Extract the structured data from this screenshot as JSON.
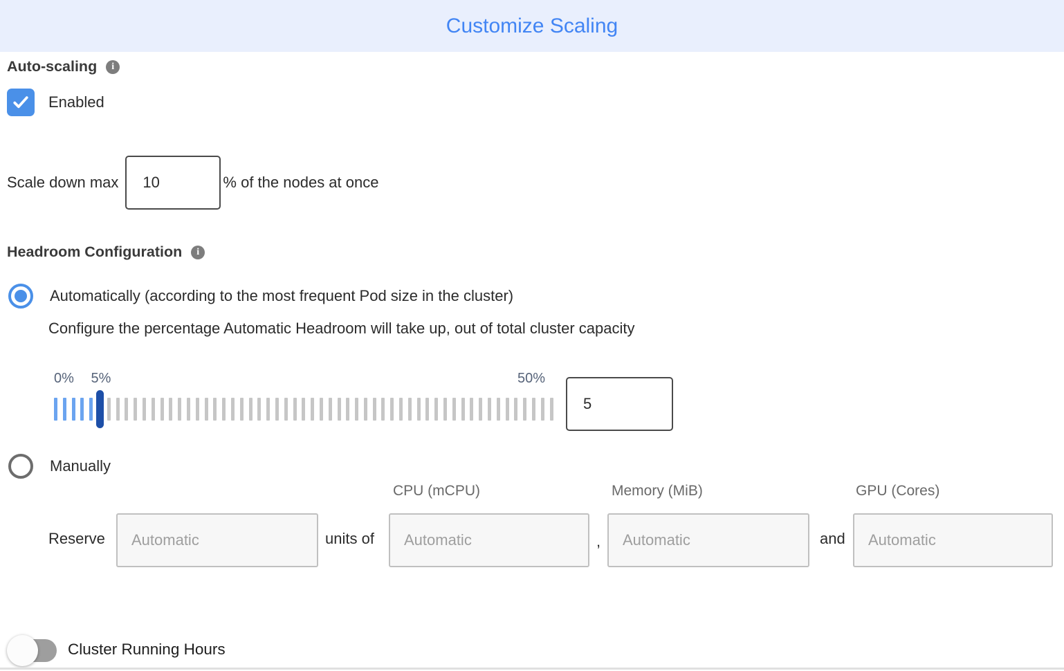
{
  "header": {
    "title": "Customize Scaling"
  },
  "auto_scaling": {
    "label": "Auto-scaling",
    "enabled_label": "Enabled",
    "checked": true
  },
  "scale_down": {
    "prefix": "Scale down max",
    "value": "10",
    "suffix": "% of the nodes at once"
  },
  "headroom": {
    "label": "Headroom Configuration",
    "auto_option": "Automatically (according to the most frequent Pod size in the cluster)",
    "auto_description": "Configure the percentage Automatic Headroom will take up, out of total cluster capacity",
    "slider": {
      "min_label": "0%",
      "current_label": "5%",
      "max_label": "50%",
      "value": "5",
      "tick_count": 57,
      "blue_tick_count": 6,
      "handle_index": 5
    },
    "manual_option": "Manually"
  },
  "manual_reserve": {
    "columns": [
      "CPU (mCPU)",
      "Memory (MiB)",
      "GPU (Cores)"
    ],
    "reserve_label": "Reserve",
    "units_of_label": "units of",
    "comma_label": ",",
    "and_label": "and",
    "placeholder": "Automatic"
  },
  "cluster_running_hours": {
    "label": "Cluster Running Hours",
    "enabled": false
  },
  "colors": {
    "accent_blue": "#4a90e8",
    "title_text": "#4285f4",
    "title_bg": "#e9effd",
    "handle_navy": "#1d4fa8",
    "tick_blue": "#6ba4f0",
    "tick_gray": "#c6c6c6"
  }
}
